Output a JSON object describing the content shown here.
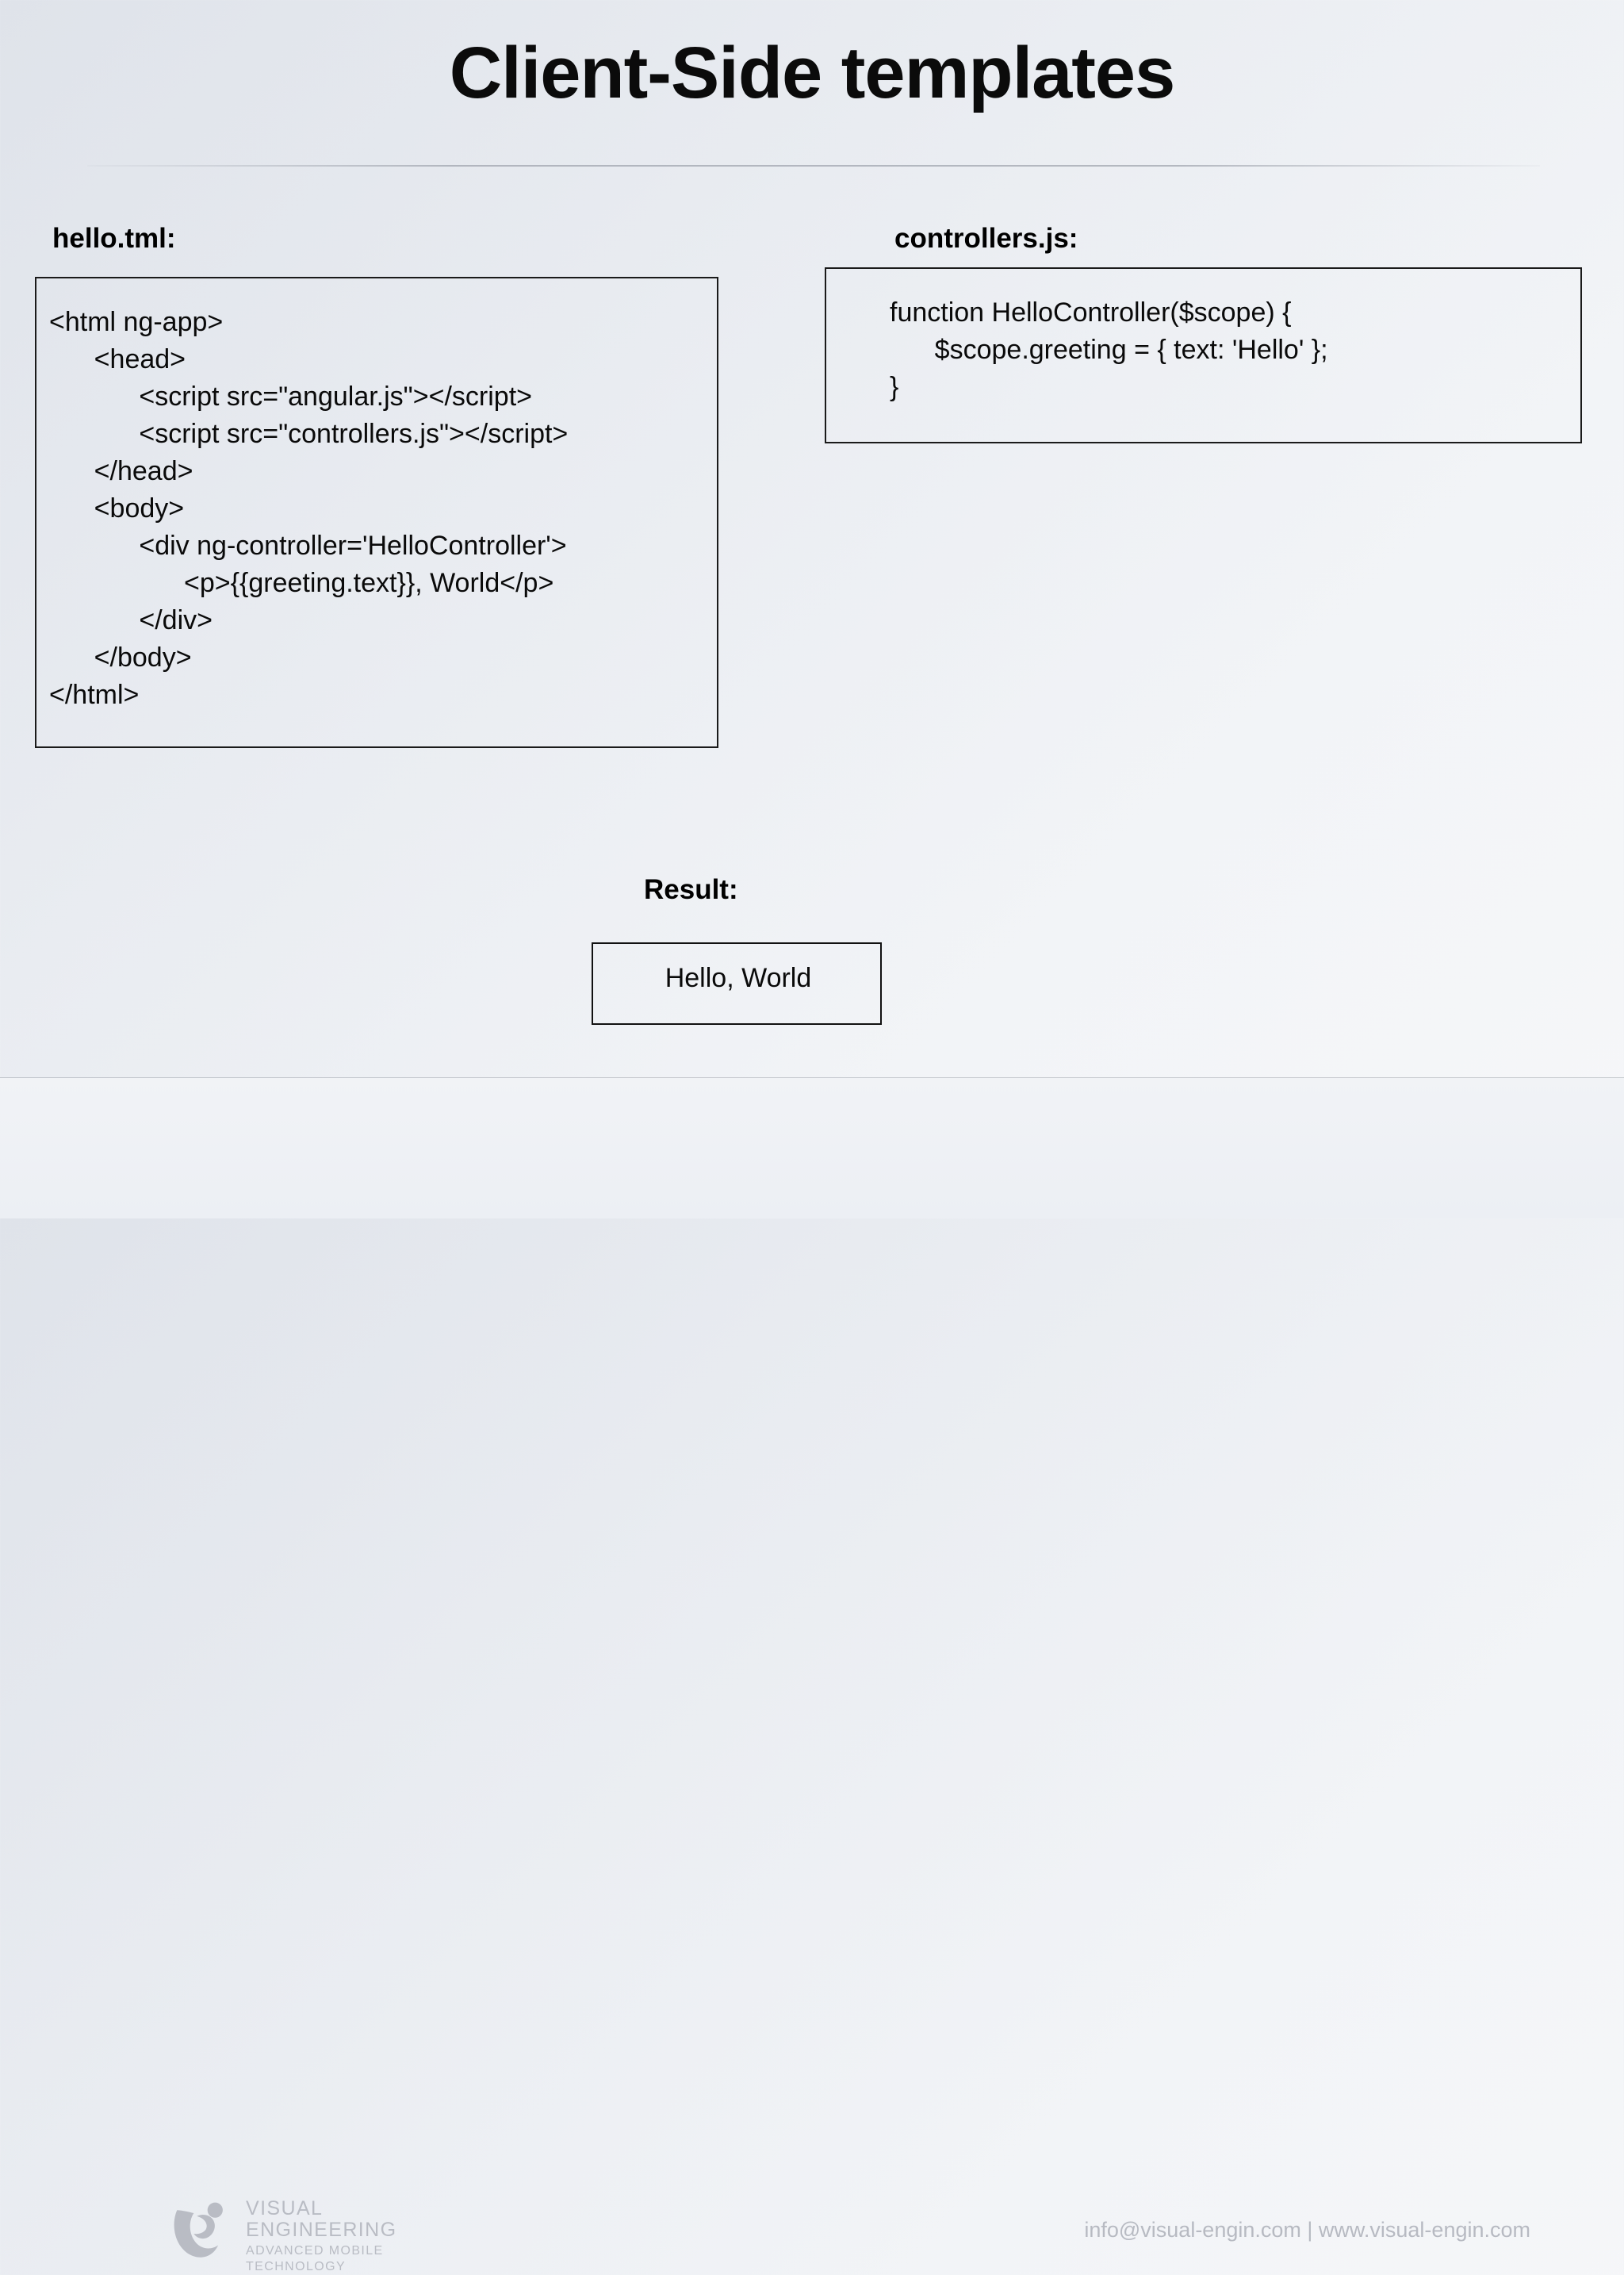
{
  "slide": {
    "title": "Client-Side templates"
  },
  "left_panel": {
    "label": "hello.tml:",
    "code": "<html ng-app>\n      <head>\n            <script src=\"angular.js\"></script>\n            <script src=\"controllers.js\"></script>\n      </head>\n      <body>\n            <div ng-controller='HelloController'>\n                  <p>{{greeting.text}}, World</p>\n            </div>\n      </body>\n</html>"
  },
  "right_panel": {
    "label": "controllers.js:",
    "code": "function HelloController($scope) {\n      $scope.greeting = { text: 'Hello' };\n}"
  },
  "result": {
    "label": "Result:",
    "output": "Hello, World"
  },
  "footer": {
    "brand_line1": "VISUAL",
    "brand_line2": "ENGINEERING",
    "brand_line3": "ADVANCED MOBILE",
    "brand_line4": "TECHNOLOGY",
    "contact": "info@visual-engin.com | www.visual-engin.com",
    "logo_color": "#b9bcc4"
  },
  "colors": {
    "background_start": "#dfe3ea",
    "background_end": "#f6f7f9",
    "text": "#0a0a0a",
    "border": "#1a1a1a",
    "footer_text": "#b7bac2"
  }
}
